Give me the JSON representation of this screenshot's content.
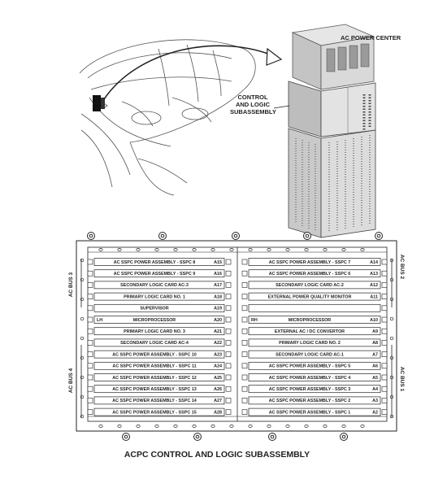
{
  "top_labels": {
    "power_center": "AC POWER CENTER",
    "control_logic": [
      "CONTROL",
      "AND LOGIC",
      "SUBASSEMBLY"
    ]
  },
  "caption": "ACPC CONTROL AND LOGIC SUBASSEMBLY",
  "bus_labels": {
    "left_top": "AC BUS 3",
    "left_bottom": "AC BUS 4",
    "right_top": "AC BUS 2",
    "right_bottom": "AC BUS 1"
  },
  "left_cards": [
    {
      "left": "",
      "name": "AC SSPC POWER ASSEMBLY - SSPC 8",
      "slot": "A15"
    },
    {
      "left": "",
      "name": "AC SSPC POWER ASSEMBLY - SSPC 9",
      "slot": "A16"
    },
    {
      "left": "",
      "name": "SECONDARY LOGIC CARD AC-3",
      "slot": "A17"
    },
    {
      "left": "",
      "name": "PRIMARY LOGIC CARD NO. 1",
      "slot": "A18"
    },
    {
      "left": "",
      "name": "SUPERVISOR",
      "slot": "A19"
    },
    {
      "left": "LH",
      "name": "MICROPROCESSOR",
      "slot": "A20"
    },
    {
      "left": "",
      "name": "PRIMARY LOGIC CARD NO. 3",
      "slot": "A21"
    },
    {
      "left": "",
      "name": "SECONDARY LOGIC CARD AC-4",
      "slot": "A22"
    },
    {
      "left": "",
      "name": "AC SSPC POWER ASSEMBLY - SSPC 10",
      "slot": "A23"
    },
    {
      "left": "",
      "name": "AC SSPC POWER ASSEMBLY - SSPC 11",
      "slot": "A24"
    },
    {
      "left": "",
      "name": "AC SSPC POWER ASSEMBLY - SSPC 12",
      "slot": "A25"
    },
    {
      "left": "",
      "name": "AC SSPC POWER ASSEMBLY - SSPC 13",
      "slot": "A26"
    },
    {
      "left": "",
      "name": "AC SSPC POWER ASSEMBLY - SSPC 14",
      "slot": "A27"
    },
    {
      "left": "",
      "name": "AC SSPC POWER ASSEMBLY - SSPC 15",
      "slot": "A28"
    }
  ],
  "right_cards": [
    {
      "left": "",
      "name": "AC SSPC POWER ASSEMBLY - SSPC 7",
      "slot": "A14"
    },
    {
      "left": "",
      "name": "AC SSPC POWER ASSEMBLY - SSPC 6",
      "slot": "A13"
    },
    {
      "left": "",
      "name": "SECONDARY LOGIC CARD AC-2",
      "slot": "A12"
    },
    {
      "left": "",
      "name": "EXTERNAL POWER QUALITY MONITOR",
      "slot": "A11"
    },
    {
      "left": "",
      "name": "",
      "slot": ""
    },
    {
      "left": "RH",
      "name": "MICROPROCESSOR",
      "slot": "A10"
    },
    {
      "left": "",
      "name": "EXTERNAL AC / DC CONVERTOR",
      "slot": "A9"
    },
    {
      "left": "",
      "name": "PRIMARY LOGIC CARD NO. 2",
      "slot": "A8"
    },
    {
      "left": "",
      "name": "SECONDARY LOGIC CARD AC-1",
      "slot": "A7"
    },
    {
      "left": "",
      "name": "AC SSPC POWER ASSEMBLY - SSPC 5",
      "slot": "A6"
    },
    {
      "left": "",
      "name": "AC SSPC POWER ASSEMBLY - SSPC 4",
      "slot": "A5"
    },
    {
      "left": "",
      "name": "AC SSPC POWER ASSEMBLY - SSPC 3",
      "slot": "A4"
    },
    {
      "left": "",
      "name": "AC SSPC POWER ASSEMBLY - SSPC 2",
      "slot": "A3"
    },
    {
      "left": "",
      "name": "AC SSPC POWER ASSEMBLY - SSPC 1",
      "slot": "A2"
    }
  ],
  "colors": {
    "ink": "#222222",
    "cabinet": "#d9d9d9",
    "cabinet_dark": "#9a9a9a",
    "panel": "#f2f2f2"
  }
}
